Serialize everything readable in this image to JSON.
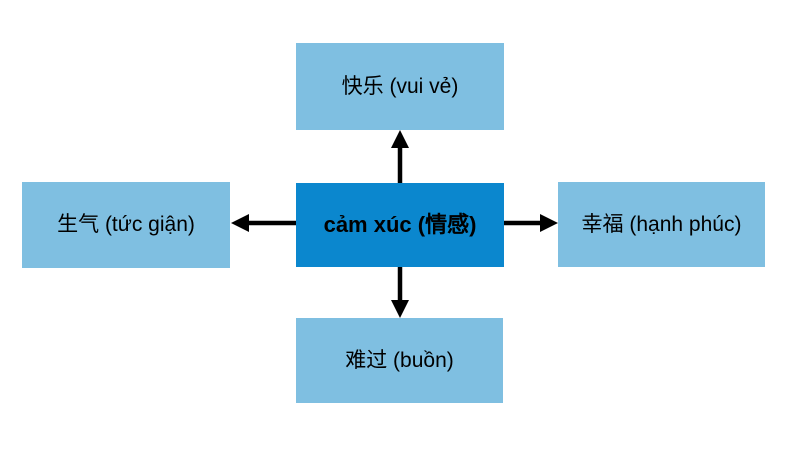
{
  "diagram": {
    "center_node": {
      "label": "cảm xúc (情感)"
    },
    "nodes": [
      {
        "position": "top",
        "label": "快乐 (vui vẻ)"
      },
      {
        "position": "left",
        "label": "生气 (tức giận)"
      },
      {
        "position": "right",
        "label": "幸福 (hạnh phúc)"
      },
      {
        "position": "bottom",
        "label": "难过 (buồn)"
      }
    ],
    "arrows": [
      {
        "from": "center",
        "to": "top",
        "direction": "up"
      },
      {
        "from": "center",
        "to": "left",
        "direction": "left"
      },
      {
        "from": "center",
        "to": "right",
        "direction": "right"
      },
      {
        "from": "center",
        "to": "bottom",
        "direction": "down"
      }
    ],
    "colors": {
      "center_fill": "#0B87CE",
      "node_fill": "#7FBFE1",
      "arrow": "#000000",
      "text": "#000000",
      "background": "#FFFFFF"
    }
  }
}
